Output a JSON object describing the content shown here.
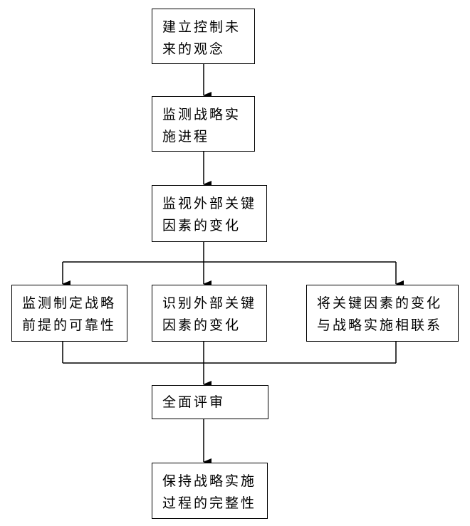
{
  "flowchart": {
    "nodes": [
      {
        "id": "node-1",
        "lines": [
          "建立控制未",
          "来的观念"
        ]
      },
      {
        "id": "node-2",
        "lines": [
          "监测战略实",
          "施进程"
        ]
      },
      {
        "id": "node-3",
        "lines": [
          "监视外部关键",
          "因素的变化"
        ]
      },
      {
        "id": "node-4",
        "lines": [
          "监测制定战略",
          "前提的可靠性"
        ]
      },
      {
        "id": "node-5",
        "lines": [
          "识别外部关键",
          "因素的变化"
        ]
      },
      {
        "id": "node-6",
        "lines": [
          "将关键因素的变化",
          "与战略实施相联系"
        ]
      },
      {
        "id": "node-7",
        "lines": [
          "全面评审"
        ]
      },
      {
        "id": "node-8",
        "lines": [
          "保持战略实施",
          "过程的完整性"
        ]
      }
    ],
    "colors": {
      "stroke": "#000000",
      "background": "#ffffff"
    }
  }
}
